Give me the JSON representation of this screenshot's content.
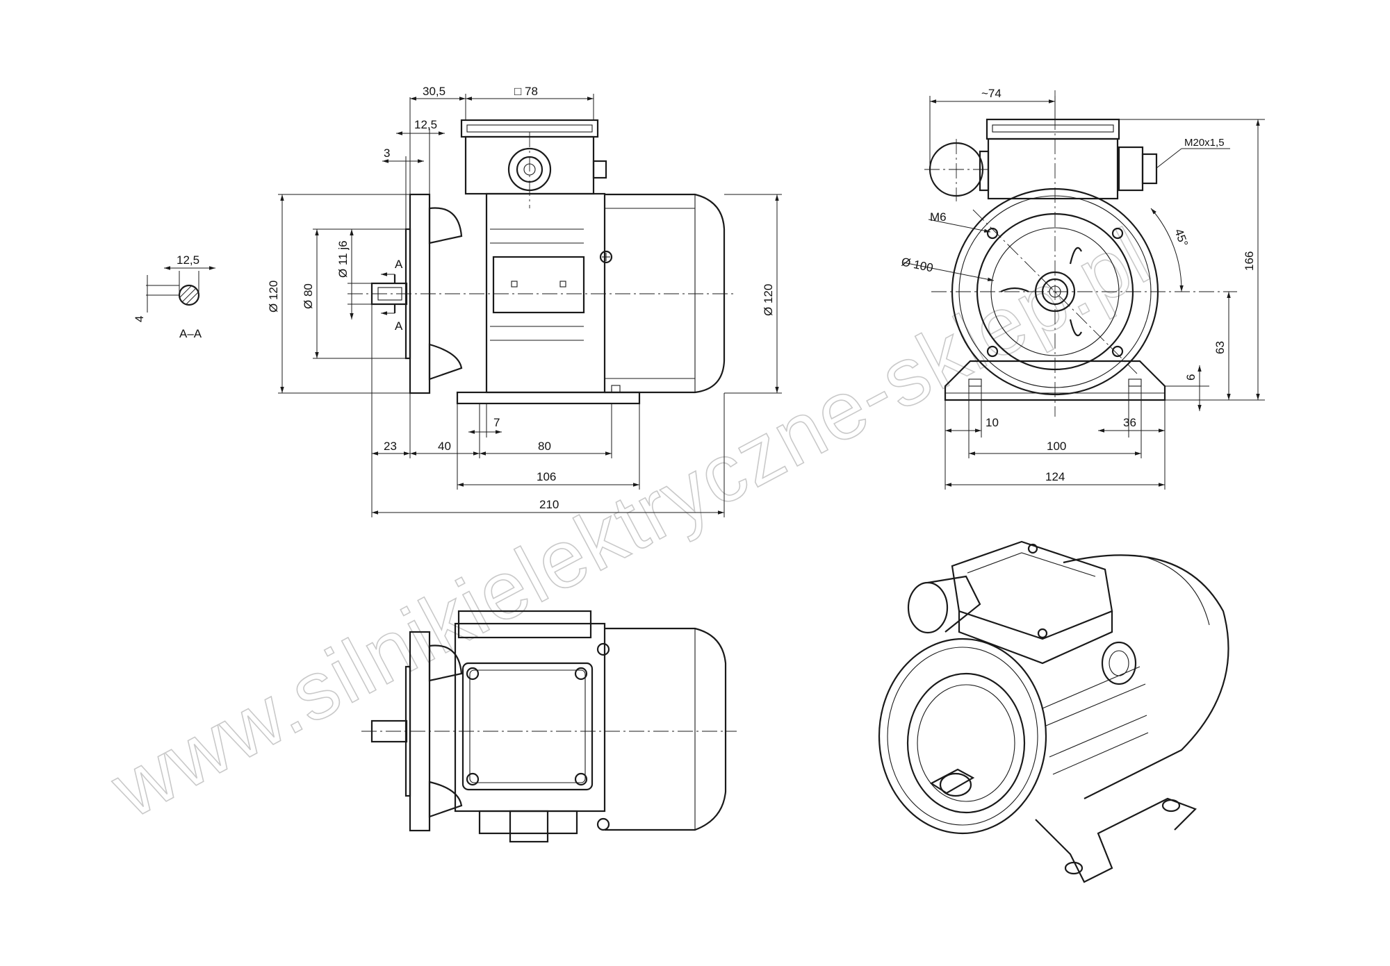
{
  "watermark": "www.silnikielektryczne-sklep.pl",
  "colors": {
    "line": "#1a1a1a",
    "watermark": "#c9c9c9",
    "background": "#ffffff"
  },
  "section_view": {
    "key_width": "12,5",
    "key_depth": "4",
    "label": "A–A"
  },
  "side_view": {
    "terminal_box_offset": "30,5",
    "terminal_box_size": "□ 78",
    "flange_thickness": "12,5",
    "spigot": "3",
    "flange_diameter": "Ø 120",
    "spigot_diameter": "Ø 80",
    "shaft_diameter": "Ø 11 j6",
    "section_mark": "A",
    "housing_diameter": "Ø 120",
    "shaft_length": "23",
    "flange_to_foot_hole": "40",
    "foot_edge": "7",
    "foot_hole_distance": "80",
    "foot_length": "106",
    "total_length": "210"
  },
  "end_view": {
    "box_overhang": "~74",
    "cable_gland": "M20x1,5",
    "flange_bolts": "M6",
    "bolt_circle": "Ø 100",
    "bolt_angle": "45°",
    "total_height": "166",
    "shaft_height": "63",
    "foot_thickness": "6",
    "foot_hole": "10",
    "foot_width_edge": "36",
    "foot_hole_span": "100",
    "foot_width": "124"
  }
}
